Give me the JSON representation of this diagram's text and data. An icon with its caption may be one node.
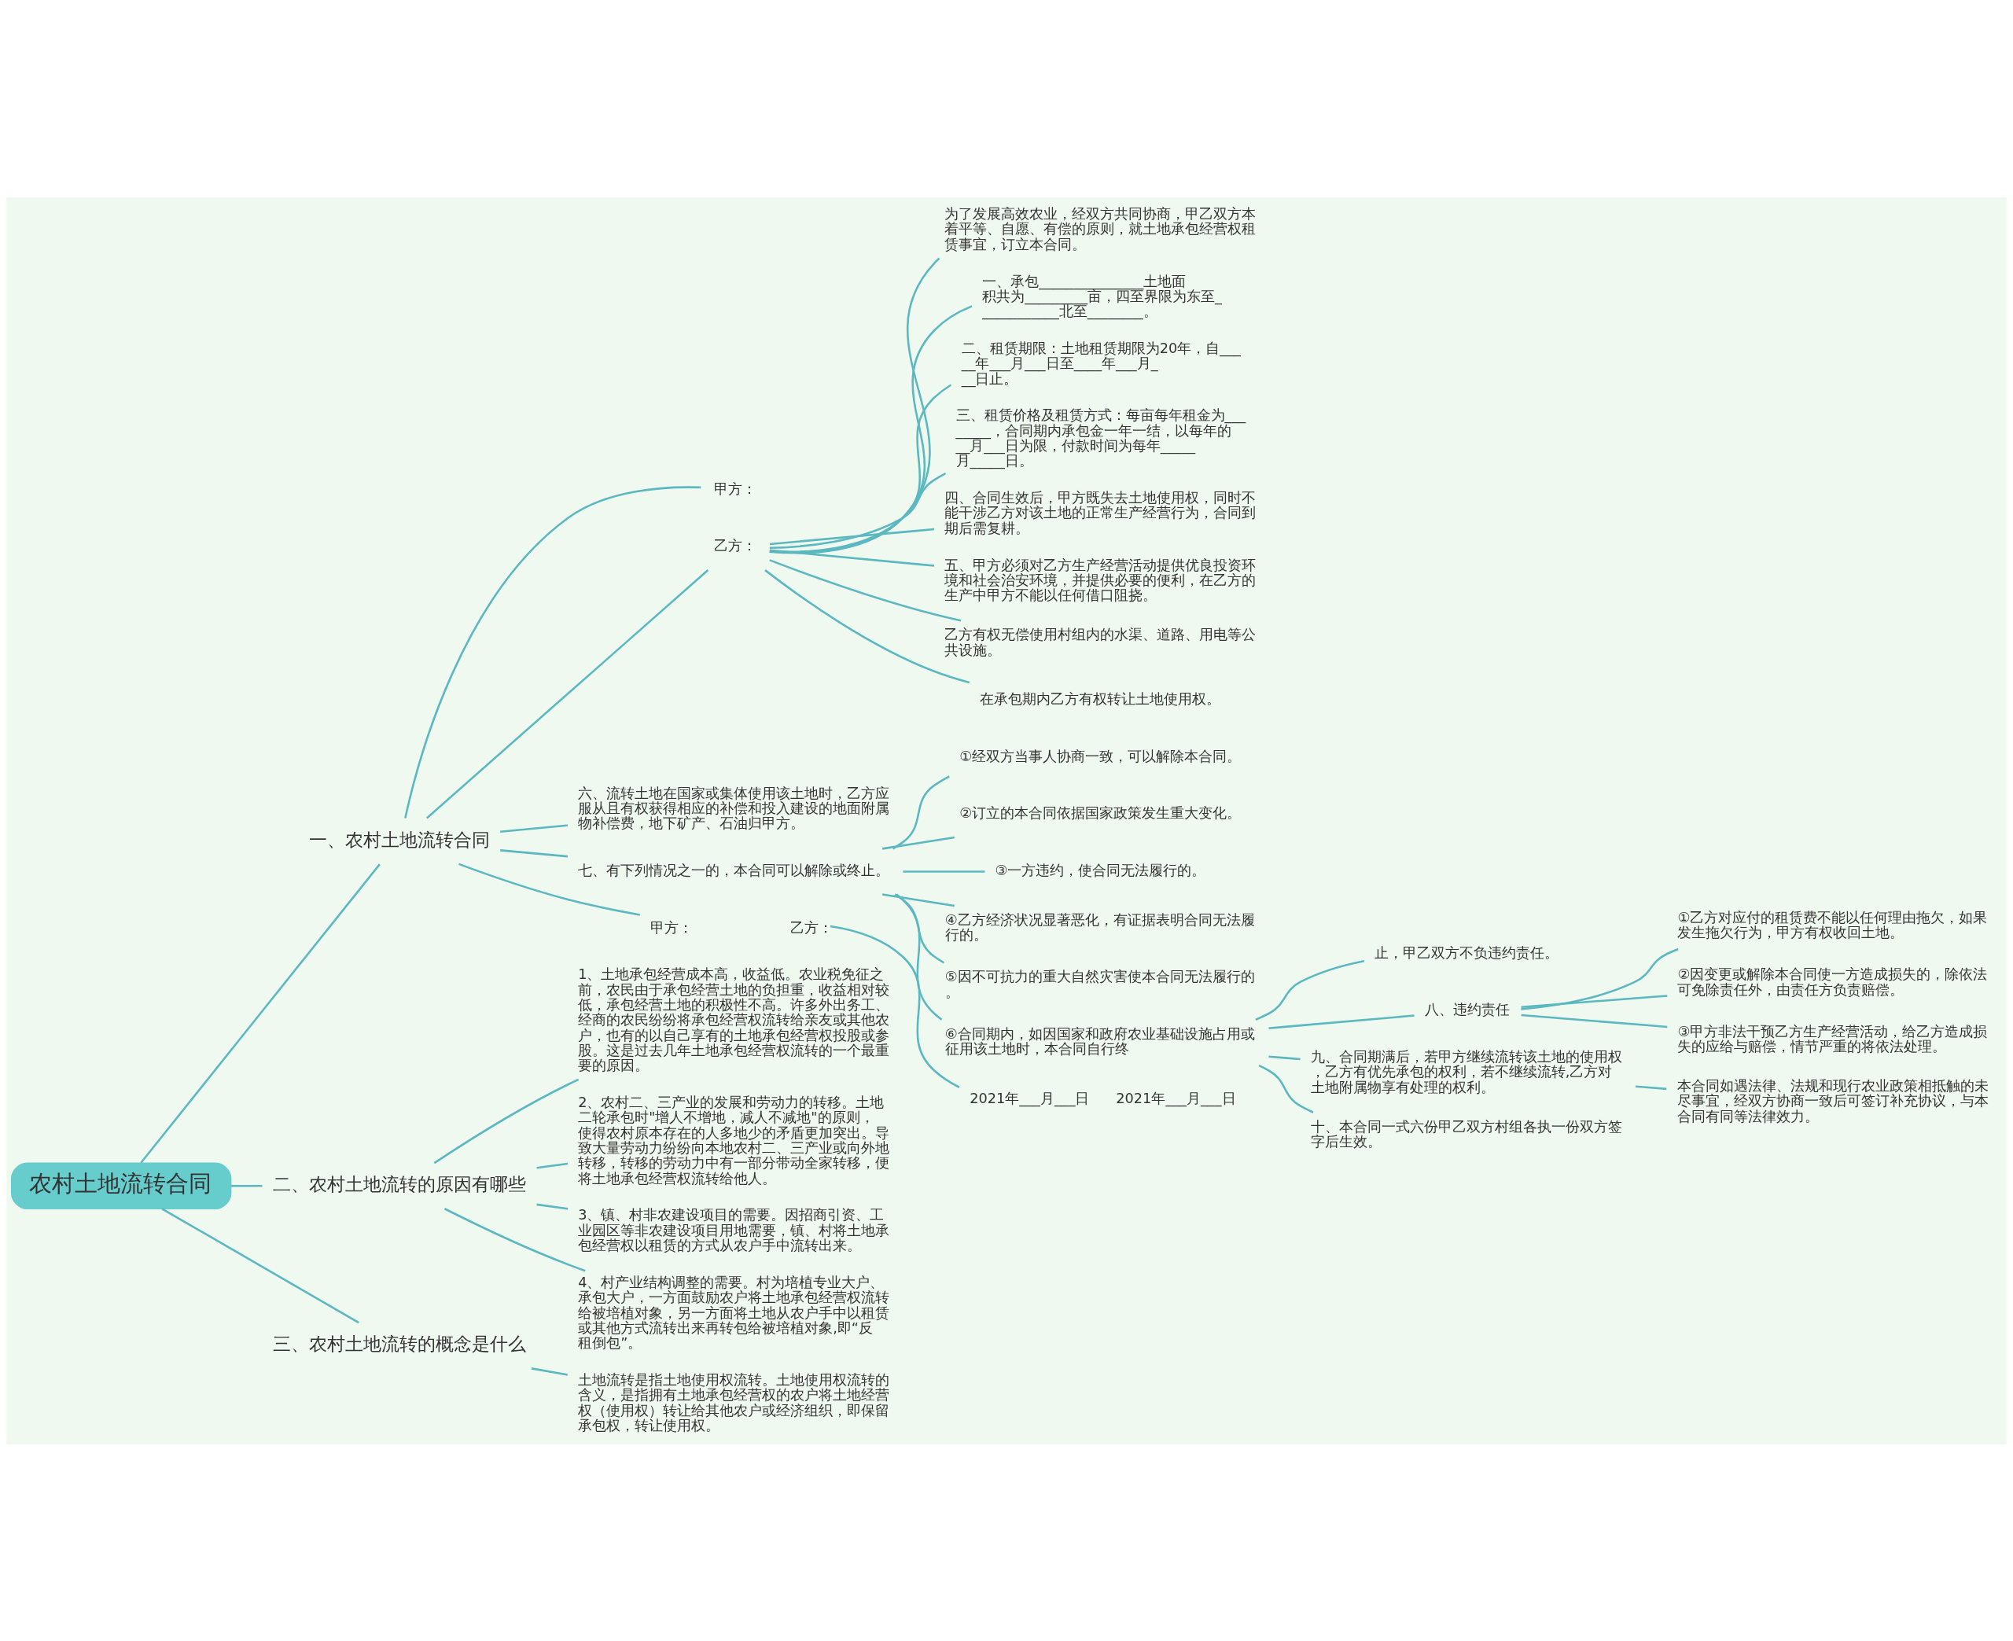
{
  "diagram": {
    "nodes": [
      {
        "text": [
          "农村土地流转合同"
        ]
      },
      {
        "text": [
          "一、农村土地流转合同"
        ]
      },
      {
        "text": [
          "甲方："
        ]
      },
      {
        "text": [
          "乙方："
        ]
      },
      {
        "text": [
          "为了发展高效农业，经双方共同协商，甲乙双方本着平等、自愿、有偿的原则，就土地承包经营权租赁事宜，订立本合同。"
        ]
      },
      {
        "text": [
          "一、承包_______________土地面积共为_________亩，四至界限为东至____________北至________。"
        ]
      },
      {
        "text": [
          "二、租赁期限：土地租赁期限为20年，自_____年___月___日至____年___月___日止。"
        ]
      },
      {
        "text": [
          "三、租赁价格及租赁方式：每亩每年租金为________，合同期内承包金一年一结，以每年的__月___日为限，付款时间为每年_____月_____日。"
        ]
      },
      {
        "text": [
          "四、合同生效后，甲方既失去土地使用权，同时不能干涉乙方对该土地的正常生产经营行为，合同到期后需复耕。"
        ]
      },
      {
        "text": [
          "五、甲方必须对乙方生产经营活动提供优良投资环境和社会治安环境，并提供必要的便利，在乙方的生产中甲方不能以任何借口阻挠。"
        ]
      },
      {
        "text": [
          "乙方有权无偿使用村组内的水渠、道路、用电等公共设施。"
        ]
      },
      {
        "text": [
          "在承包期内乙方有权转让土地使用权。"
        ]
      },
      {
        "text": [
          "六、流转土地在国家或集体使用该土地时，乙方应服从且有权获得相应的补偿和投入建设的地面附属物补偿费，地下矿产、石油归甲方。"
        ]
      },
      {
        "text": [
          "七、有下列情况之一的，本合同可以解除或终止。"
        ]
      },
      {
        "text": [
          "①经双方当事人协商一致，可以解除本合同。"
        ]
      },
      {
        "text": [
          "②订立的本合同依据国家政策发生重大变化。"
        ]
      },
      {
        "text": [
          "③一方违约，使合同无法履行的。"
        ]
      },
      {
        "text": [
          "④乙方经济状况显著恶化，有证据表明合同无法履行的。"
        ]
      },
      {
        "text": [
          "⑤因不可抗力的重大自然灾害使本合同无法履行的。"
        ]
      },
      {
        "text": [
          "⑥合同期内，如因国家和政府农业基础设施占用或征用该土地时，本合同自行终"
        ]
      },
      {
        "text": [
          "止，甲乙双方不负违约责任。"
        ]
      },
      {
        "text": [
          "八、违约责任"
        ]
      },
      {
        "text": [
          "①乙方对应付的租赁费不能以任何理由拖欠，如果发生拖欠行为，甲方有权收回土地。"
        ]
      },
      {
        "text": [
          "②因变更或解除本合同使一方造成损失的，除依法可免除责任外，由责任方负责赔偿。"
        ]
      },
      {
        "text": [
          "③甲方非法干预乙方生产经营活动，给乙方造成损失的应给与赔偿，情节严重的将依法处理。"
        ]
      },
      {
        "text": [
          "九、合同期满后，若甲方继续流转该土地的使用权，乙方有优先承包的权利，若不继续流转,乙方对土地附属物享有处理的权利。"
        ]
      },
      {
        "text": [
          "本合同如遇法律、法规和现行农业政策相抵触的未尽事宜，经双方协商一致后可签订补充协议，与本合同有同等法律效力。"
        ]
      },
      {
        "text": [
          "十、本合同一式六份甲乙双方村组各执一份双方签字后生效。"
        ]
      },
      {
        "text": [
          "甲方：                      乙方："
        ]
      },
      {
        "text": [
          "2021年___月___日      2021年___月___日"
        ]
      },
      {
        "text": [
          "二、农村土地流转的原因有哪些"
        ]
      },
      {
        "text": [
          "1、土地承包经营成本高，收益低。农业税免征之前，农民由于承包经营土地的负担重，收益相对较低，承包经营土地的积极性不高。许多外出务工、经商的农民纷纷将承包经营权流转给亲友或其他农户，也有的以自己享有的土地承包经营权投股或参股。这是过去几年土地承包经营权流转的一个最重要的原因。"
        ]
      },
      {
        "text": [
          "2、农村二、三产业的发展和劳动力的转移。土地二轮承包时\"增人不增地，减人不减地\"的原则，使得农村原本存在的人多地少的矛盾更加突出。导致大量劳动力纷纷向本地农村二、三产业或向外地转移，转移的劳动力中有一部分带动全家转移，便将土地承包经营权流转给他人。"
        ]
      },
      {
        "text": [
          "3、镇、村非农建设项目的需要。因招商引资、工业园区等非农建设项目用地需要，镇、村将土地承包经营权以租赁的方式从农户手中流转出来。"
        ]
      },
      {
        "text": [
          "4、村产业结构调整的需要。村为培植专业大户、承包大户，一方面鼓励农户将土地承包经营权流转给被培植对象，另一方面将土地从农户手中以租赁或其他方式流转出来再转包给被培植对象,即“反租倒包”。"
        ]
      },
      {
        "text": [
          "三、农村土地流转的概念是什么"
        ]
      },
      {
        "text": [
          "土地流转是指土地使用权流转。土地使用权流转的含义，是指拥有土地承包经营权的农户将土地经营权（使用权）转让给其他农户或经济组织，即保留承包权，转让使用权。"
        ]
      }
    ],
    "edges": [
      {
        "from": 0,
        "to": 1,
        "arrow": "none"
      },
      {
        "from": 1,
        "to": 2,
        "arrow": "none"
      },
      {
        "from": 1,
        "to": 3,
        "arrow": "none"
      },
      {
        "from": 3,
        "to": 4,
        "arrow": "none"
      },
      {
        "from": 3,
        "to": 5,
        "arrow": "none"
      },
      {
        "from": 3,
        "to": 6,
        "arrow": "none"
      },
      {
        "from": 3,
        "to": 7,
        "arrow": "none"
      },
      {
        "from": 3,
        "to": 8,
        "arrow": "none"
      },
      {
        "from": 3,
        "to": 9,
        "arrow": "none"
      },
      {
        "from": 3,
        "to": 10,
        "arrow": "none"
      },
      {
        "from": 3,
        "to": 11,
        "arrow": "none"
      },
      {
        "from": 1,
        "to": 12,
        "arrow": "none"
      },
      {
        "from": 1,
        "to": 13,
        "arrow": "none"
      },
      {
        "from": 13,
        "to": 14,
        "arrow": "none"
      },
      {
        "from": 13,
        "to": 15,
        "arrow": "none"
      },
      {
        "from": 13,
        "to": 16,
        "arrow": "none"
      },
      {
        "from": 13,
        "to": 17,
        "arrow": "none"
      },
      {
        "from": 13,
        "to": 18,
        "arrow": "none"
      },
      {
        "from": 13,
        "to": 19,
        "arrow": "none"
      },
      {
        "from": 19,
        "to": 20,
        "arrow": "none"
      },
      {
        "from": 19,
        "to": 21,
        "arrow": "none"
      },
      {
        "from": 21,
        "to": 22,
        "arrow": "none"
      },
      {
        "from": 21,
        "to": 23,
        "arrow": "none"
      },
      {
        "from": 21,
        "to": 24,
        "arrow": "none"
      },
      {
        "from": 19,
        "to": 25,
        "arrow": "none"
      },
      {
        "from": 25,
        "to": 26,
        "arrow": "none"
      },
      {
        "from": 19,
        "to": 27,
        "arrow": "none"
      },
      {
        "from": 1,
        "to": 28,
        "arrow": "none"
      },
      {
        "from": 28,
        "to": 29,
        "arrow": "none"
      },
      {
        "from": 0,
        "to": 30,
        "arrow": "none"
      },
      {
        "from": 30,
        "to": 31,
        "arrow": "none"
      },
      {
        "from": 30,
        "to": 32,
        "arrow": "none"
      },
      {
        "from": 30,
        "to": 33,
        "arrow": "none"
      },
      {
        "from": 30,
        "to": 34,
        "arrow": "none"
      },
      {
        "from": 0,
        "to": 35,
        "arrow": "none"
      },
      {
        "from": 35,
        "to": 36,
        "arrow": "none"
      }
    ]
  }
}
